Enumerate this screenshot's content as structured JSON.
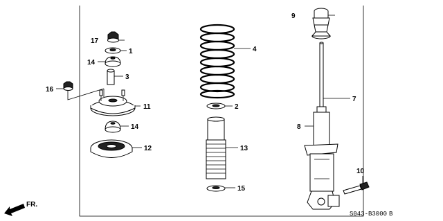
{
  "diagram": {
    "callouts": [
      "1",
      "2",
      "3",
      "4",
      "7",
      "8",
      "9",
      "10",
      "11",
      "12",
      "13",
      "14",
      "14",
      "15",
      "16",
      "17"
    ],
    "part_code": "S043-B3000",
    "part_code_suffix": "B",
    "direction_label": "FR."
  }
}
